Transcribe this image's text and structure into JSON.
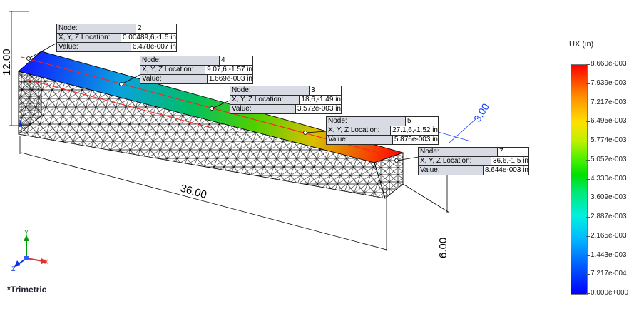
{
  "view": {
    "orientation_label": "*Trimetric"
  },
  "dimensions": {
    "length": "36.00",
    "height": "12.00",
    "depth": "3.00",
    "end_height": "6.00"
  },
  "legend": {
    "title": "UX (in)",
    "ticks": [
      "8.660e-003",
      "7.939e-003",
      "7.217e-003",
      "6.495e-003",
      "5.774e-003",
      "5.052e-003",
      "4.330e-003",
      "3.609e-003",
      "2.887e-003",
      "2.165e-003",
      "1.443e-003",
      "7.217e-004",
      "0.000e+000"
    ]
  },
  "probes": [
    {
      "node_label": "Node:",
      "node": "2",
      "loc_label": "X, Y, Z Location:",
      "location": "0.00489,6,-1.5 in",
      "value_label": "Value:",
      "value": "6.478e-007 in"
    },
    {
      "node_label": "Node:",
      "node": "4",
      "loc_label": "X, Y, Z Location:",
      "location": "9.07,6,-1.57 in",
      "value_label": "Value:",
      "value": "1.669e-003 in"
    },
    {
      "node_label": "Node:",
      "node": "3",
      "loc_label": "X, Y, Z Location:",
      "location": "18,6,-1.49 in",
      "value_label": "Value:",
      "value": "3.572e-003 in"
    },
    {
      "node_label": "Node:",
      "node": "5",
      "loc_label": "X, Y, Z Location:",
      "location": "27.1,6,-1.52 in",
      "value_label": "Value:",
      "value": "5.876e-003 in"
    },
    {
      "node_label": "Node:",
      "node": "7",
      "loc_label": "X, Y, Z Location:",
      "location": "36,6,-1.5 in",
      "value_label": "Value:",
      "value": "8.644e-003 in"
    }
  ],
  "triad": {
    "x": "X",
    "y": "Y",
    "z": "Z"
  },
  "colors": {
    "blue": "#0000ff",
    "red": "#ff0000",
    "green": "#00d000",
    "probe_label_bg": "#d9dbe4"
  }
}
